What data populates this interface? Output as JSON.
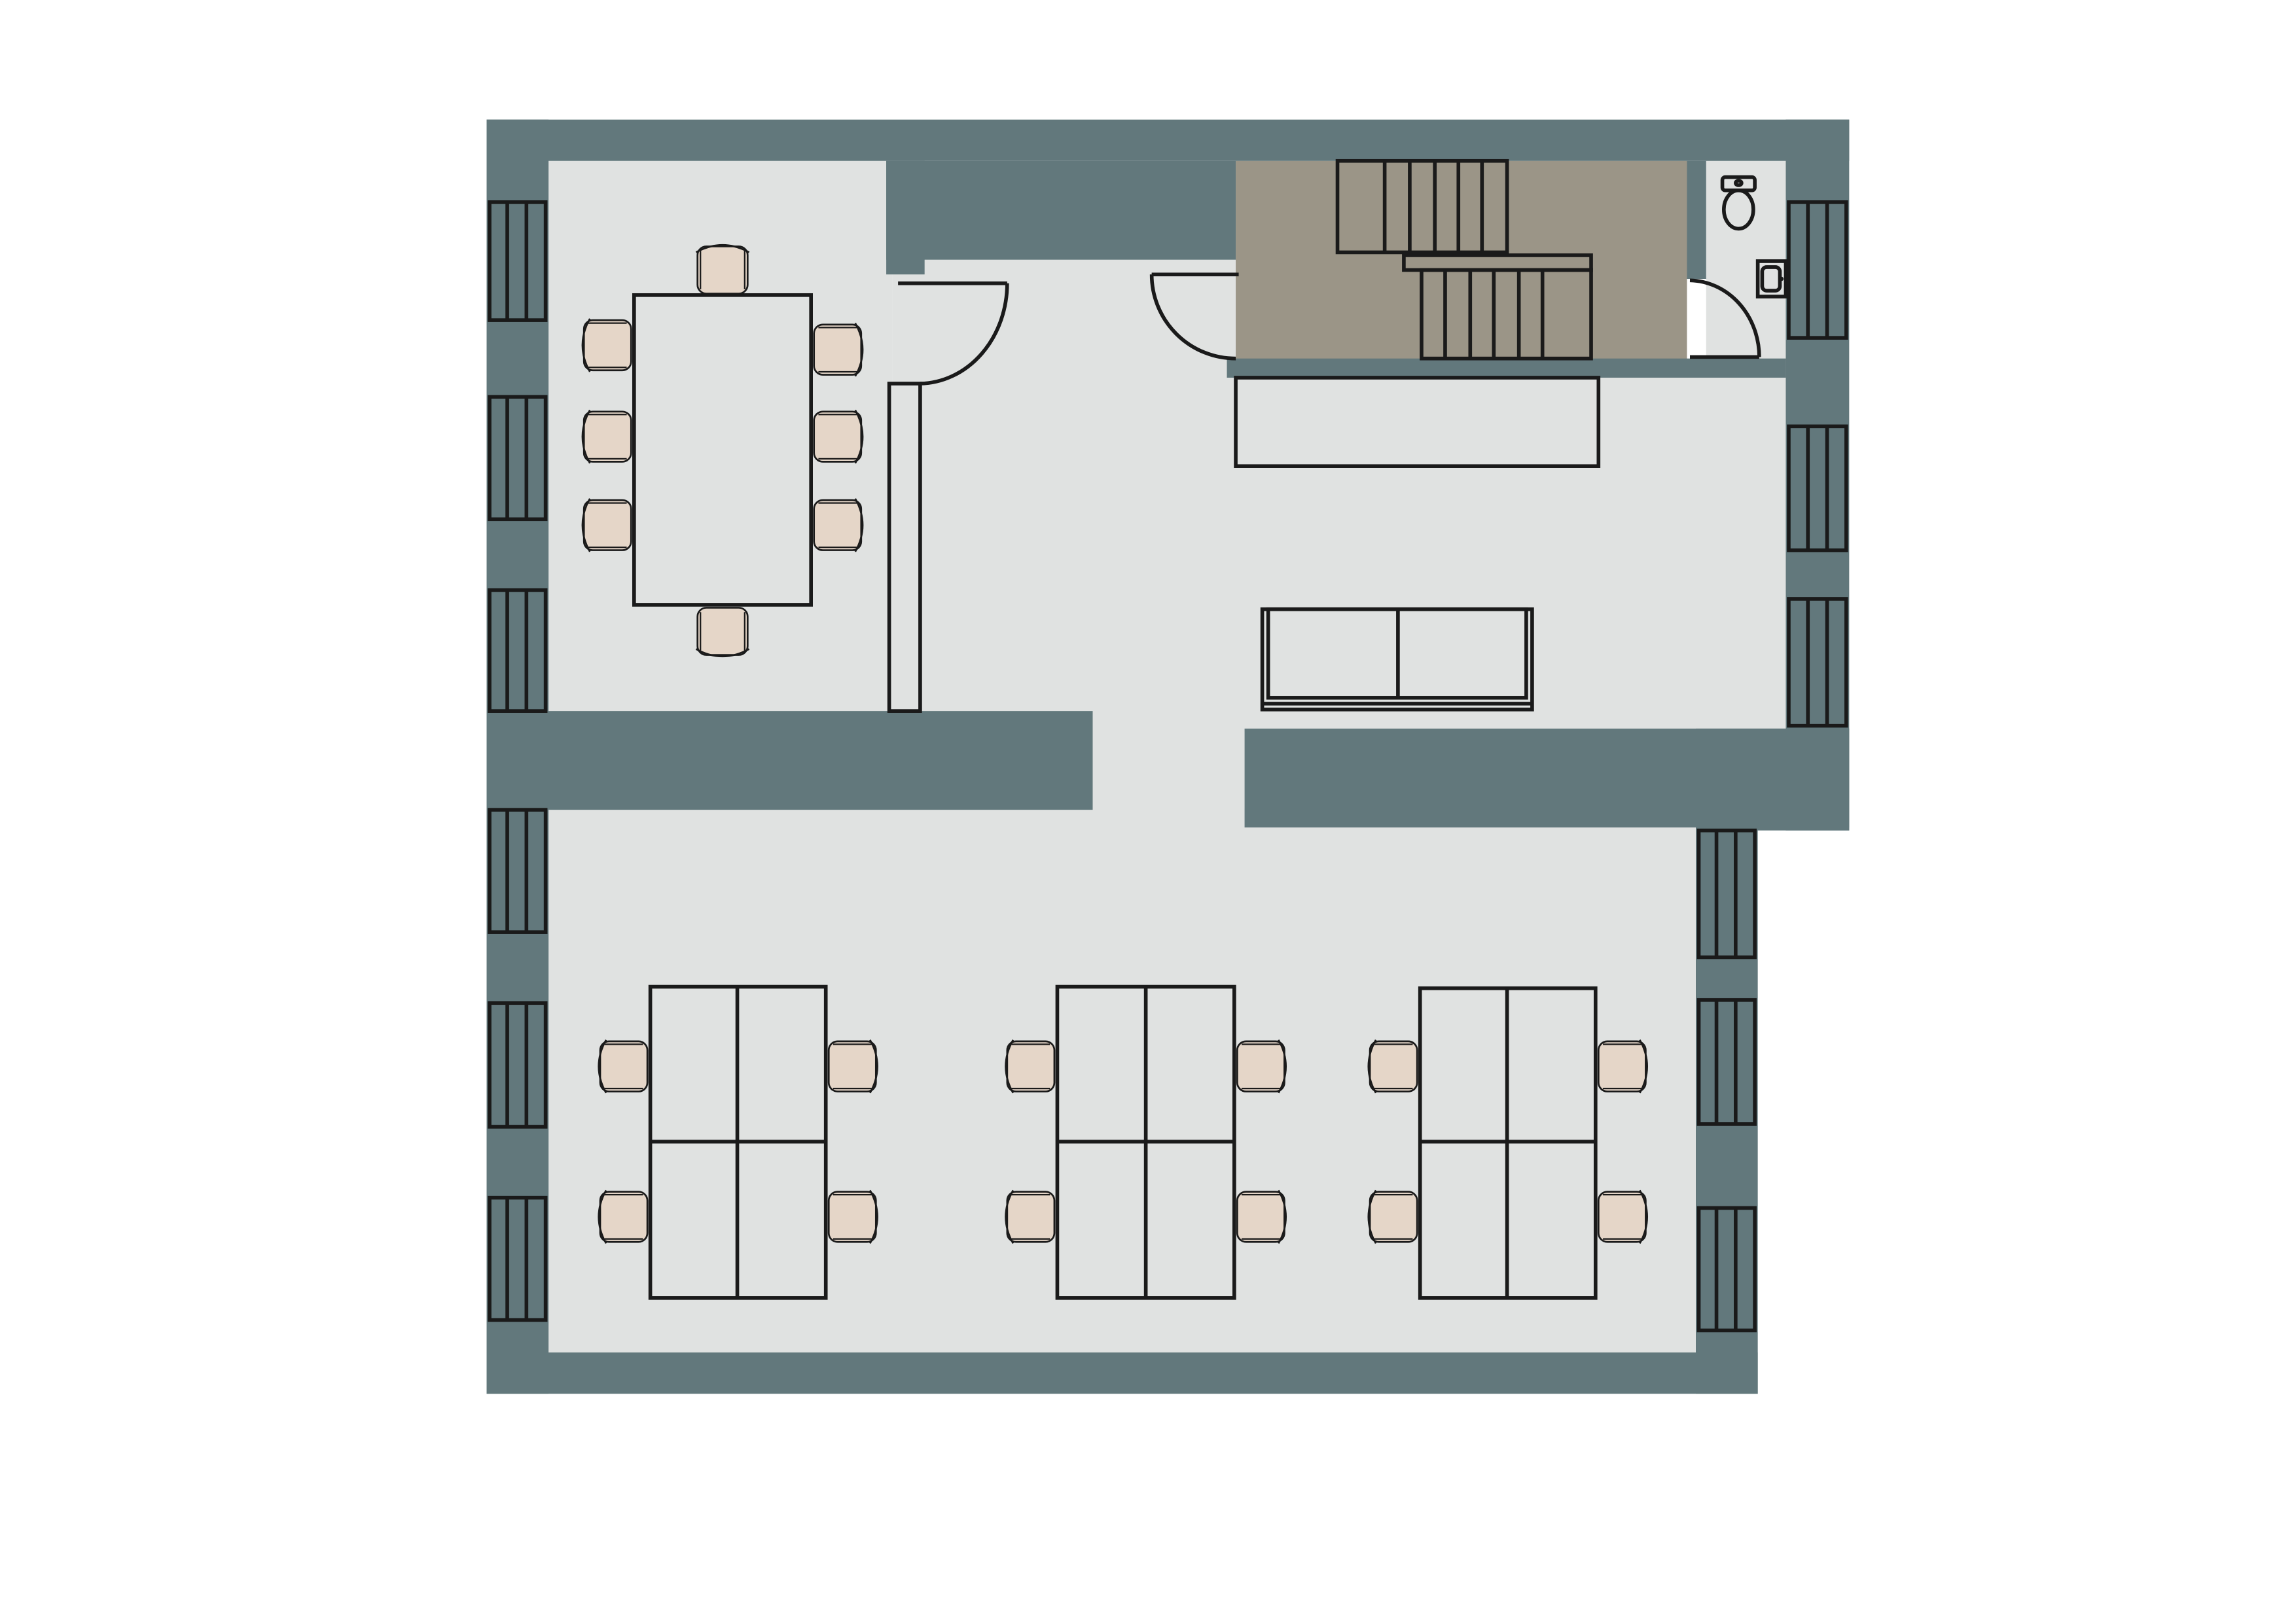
{
  "plan": {
    "rooms": [
      {
        "id": "meeting-room",
        "furniture": [
          "conference-table",
          "chair",
          "chair",
          "chair",
          "chair",
          "chair",
          "chair",
          "chair",
          "chair"
        ]
      },
      {
        "id": "reception",
        "furniture": [
          "sofa",
          "counter"
        ]
      },
      {
        "id": "stairwell",
        "furniture": [
          "stairs"
        ]
      },
      {
        "id": "washroom",
        "furniture": [
          "toilet",
          "sink"
        ]
      },
      {
        "id": "open-office",
        "furniture": [
          "desk-cluster",
          "desk-cluster",
          "desk-cluster"
        ]
      }
    ],
    "counts": {
      "desk_clusters": 3,
      "office_chairs": 12,
      "meeting_chairs": 8,
      "sofas": 1,
      "doors": 3
    }
  },
  "colors": {
    "wall": "#62787c",
    "floor": "#e0e2e1",
    "stairwell": "#9b9587",
    "furniture_fill": "#ffffff",
    "upholstery": "#e5d6c8",
    "outline": "#1a1a1a",
    "window": "#ffffff",
    "background": "#ffffff"
  }
}
